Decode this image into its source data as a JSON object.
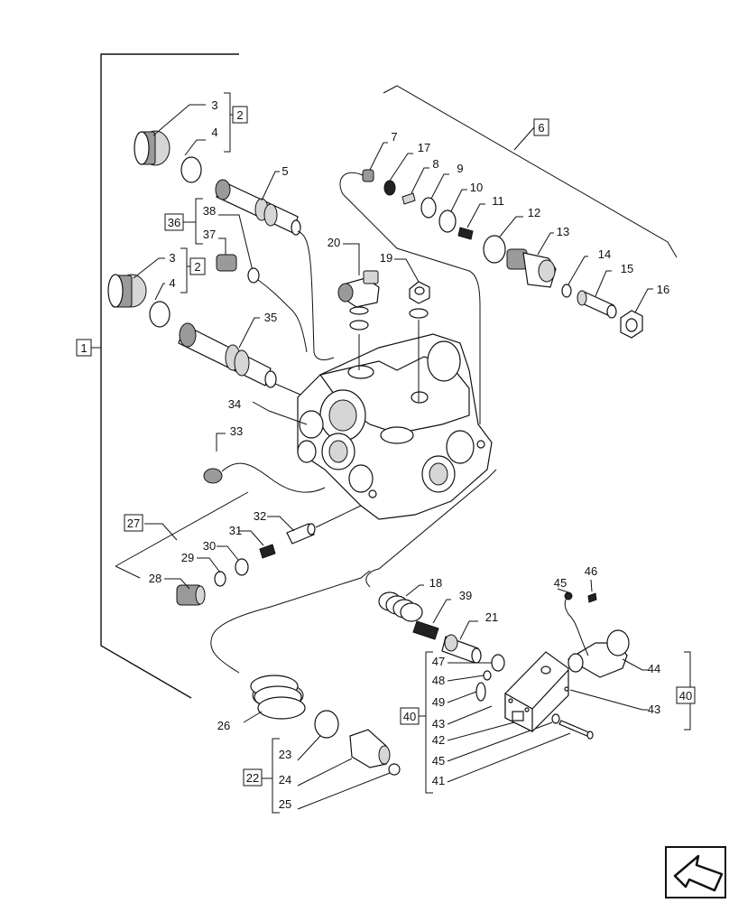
{
  "callouts": {
    "c1": "1",
    "c2a": "2",
    "c2b": "2",
    "c3a": "3",
    "c3b": "3",
    "c4a": "4",
    "c4b": "4",
    "c5": "5",
    "c6": "6",
    "c7": "7",
    "c8": "8",
    "c9": "9",
    "c10": "10",
    "c11": "11",
    "c12": "12",
    "c13": "13",
    "c14": "14",
    "c15": "15",
    "c16": "16",
    "c17": "17",
    "c18": "18",
    "c19": "19",
    "c20": "20",
    "c21": "21",
    "c22": "22",
    "c23": "23",
    "c24": "24",
    "c25": "25",
    "c26": "26",
    "c27": "27",
    "c28": "28",
    "c29": "29",
    "c30": "30",
    "c31": "31",
    "c32": "32",
    "c33": "33",
    "c34": "34",
    "c35": "35",
    "c36": "36",
    "c37": "37",
    "c38": "38",
    "c39": "39",
    "c40a": "40",
    "c40b": "40",
    "c41": "41",
    "c42": "42",
    "c43a": "43",
    "c43b": "43",
    "c44": "44",
    "c45a": "45",
    "c45b": "45",
    "c46": "46",
    "c47": "47",
    "c48": "48",
    "c49": "49"
  },
  "nav_icon": "arrow-left-icon"
}
